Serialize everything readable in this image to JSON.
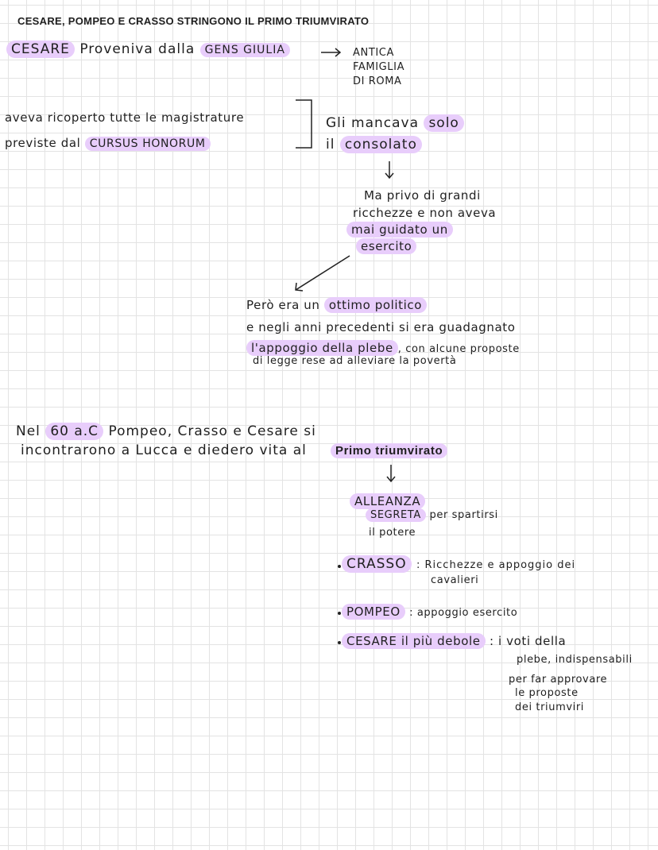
{
  "title": "CESARE, POMPEO E CRASSO STRINGONO IL PRIMO TRIUMVIRATO",
  "section1": {
    "cesare": "CESARE",
    "proveniva": "Proveniva dalla",
    "gens": "GENS GIULIA",
    "antica": [
      "ANTICA",
      "FAMIGLIA",
      "DI ROMA"
    ]
  },
  "section2": {
    "left1": "aveva ricoperto tutte le magistrature",
    "left2a": "previste dal",
    "cursus": "CURSUS HONORUM",
    "right1a": "Gli mancava",
    "right1b": "solo",
    "right2a": "il",
    "consolato": "consolato"
  },
  "section3": {
    "line1": "Ma privo di grandi",
    "line2": "ricchezze e non aveva",
    "line3": "mai guidato un",
    "line4": "esercito"
  },
  "section4": {
    "line1a": "Però era un",
    "line1b": "ottimo politico",
    "line2": "e negli anni precedenti si era guadagnato",
    "appoggio": "l'appoggio della plebe",
    "line3b": ", con alcune proposte",
    "line4": "di legge rese ad alleviare la povertà"
  },
  "section5": {
    "nel": "Nel",
    "year": "60 a.C",
    "line1": "Pompeo, Crasso e Cesare si",
    "line2": "incontrarono a Lucca e diedero vita al",
    "primo": "Primo triumvirato"
  },
  "section6": {
    "alleanza": "ALLEANZA",
    "segreta": "SEGRETA",
    "spartirsi": "per spartirsi",
    "potere": "il potere"
  },
  "bullets": {
    "crasso": "CRASSO",
    "crasso_desc1": ": Ricchezze e appoggio dei",
    "crasso_desc2": "cavalieri",
    "pompeo": "POMPEO",
    "pompeo_desc": ": appoggio esercito",
    "cesare": "CESARE il più debole",
    "cesare_desc1": ": i voti della",
    "cesare_desc2": "plebe, indispensabili",
    "cesare_desc3": "per far approvare",
    "cesare_desc4": "le proposte",
    "cesare_desc5": "dei triumviri"
  },
  "colors": {
    "highlight": "#e8cdfb",
    "ink": "#1f1f1f",
    "grid": "#e3e3e3"
  }
}
